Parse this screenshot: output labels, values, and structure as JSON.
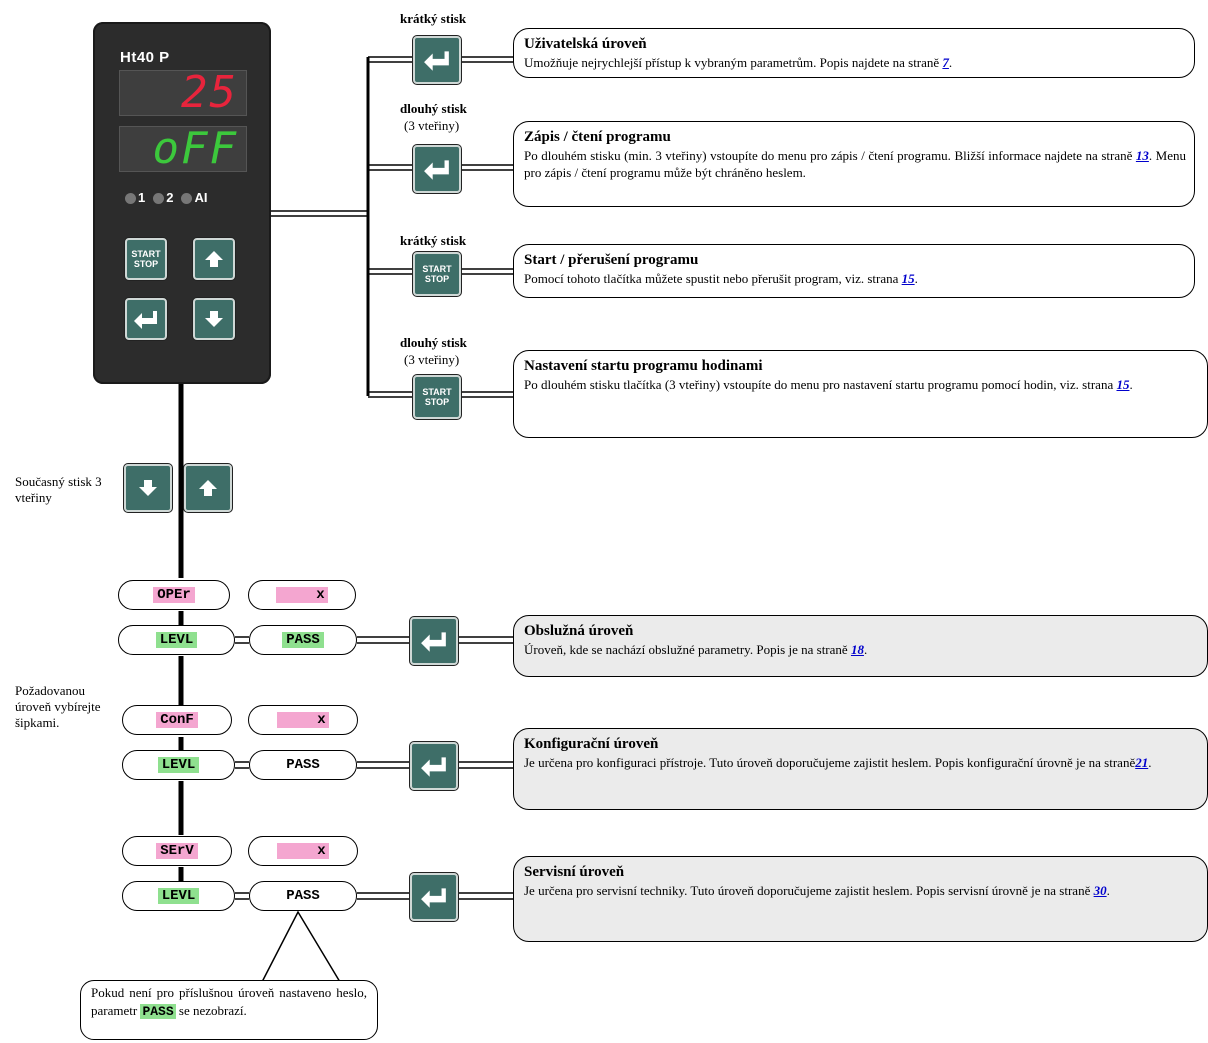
{
  "device": {
    "model": "Ht40 P",
    "display_top": "25",
    "display_bottom": "oFF",
    "leds": [
      "1",
      "2",
      "AI"
    ],
    "start_stop_label": "START STOP"
  },
  "press_labels": {
    "short": "krátký stisk",
    "long": "dlouhý stisk",
    "long_sub": "(3 vteřiny)",
    "simultaneous": "Současný stisk 3 vteřiny",
    "select_level": "Požadovanou úroveň vybírejte šipkami."
  },
  "boxes": {
    "user": {
      "title": "Uživatelská úroveň",
      "text": "Umožňuje nejrychlejší přístup k vybraným parametrům. Popis najdete na straně ",
      "page": "7",
      "tail": "."
    },
    "program": {
      "title": "Zápis / čtení programu",
      "text": "Po dlouhém stisku (min. 3 vteřiny) vstoupíte do menu pro zápis / čtení programu. Bližší informace najdete na straně ",
      "page": "13",
      "tail": ". Menu pro zápis / čtení programu může být chráněno heslem."
    },
    "start": {
      "title": "Start / přerušení programu",
      "text": "Pomocí tohoto tlačítka můžete spustit nebo přerušit program, viz. strana ",
      "page": "15",
      "tail": "."
    },
    "clock": {
      "title": "Nastavení startu programu hodinami",
      "text": "Po dlouhém stisku tlačítka (3 vteřiny) vstoupíte do menu pro nastavení startu programu pomocí hodin, viz. strana ",
      "page": "15",
      "tail": "."
    },
    "oper": {
      "title": "Obslužná úroveň",
      "text": "Úroveň, kde se nachází obslužné parametry. Popis je na straně ",
      "page": "18",
      "tail": "."
    },
    "conf": {
      "title": "Konfigurační úroveň",
      "text": "Je určena pro konfiguraci přístroje. Tuto úroveň doporučujeme zajistit heslem. Popis konfigurační úrovně je na straně",
      "page": "21",
      "tail": "."
    },
    "serv": {
      "title": "Servisní úroveň",
      "text": "Je určena pro servisní techniky.  Tuto úroveň doporučujeme zajistit heslem. Popis servisní úrovně je na straně ",
      "page": "30",
      "tail": "."
    }
  },
  "params": {
    "oper": "OPEr",
    "conf": "ConF",
    "serv": "SErV",
    "levl": "LEVL",
    "pass": "PASS",
    "x": "x"
  },
  "note": {
    "text_before": "Pokud není pro příslušnou úroveň nastaveno heslo, parametr ",
    "pass": "PASS",
    "text_after": " se nezobrazí."
  },
  "colors": {
    "button": "#3e6e68",
    "led_red": "#e8243c",
    "led_green": "#3cc83c",
    "pink": "#f4a6d0",
    "green": "#8fe08f",
    "grey_box": "#ebebeb"
  }
}
